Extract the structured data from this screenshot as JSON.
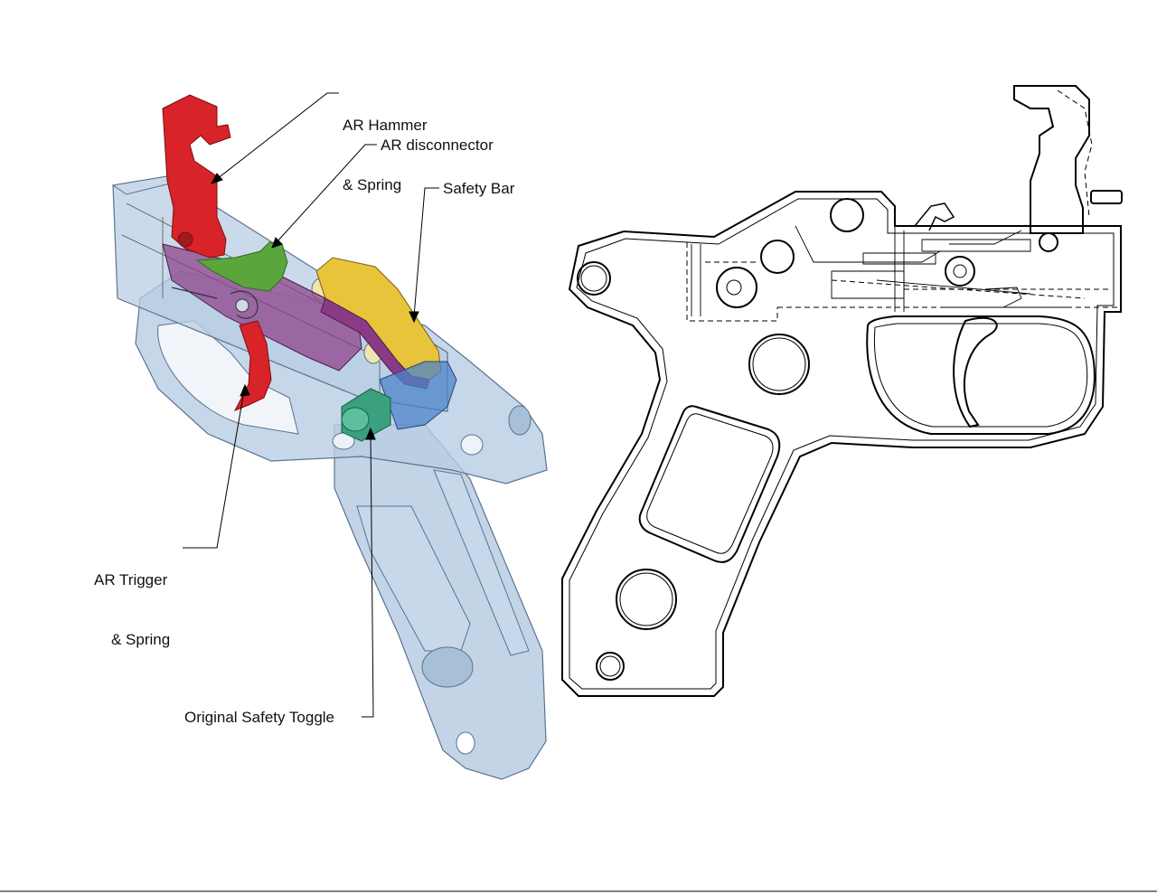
{
  "labels": {
    "hammer_line1": "AR Hammer",
    "hammer_line2": "& Spring",
    "disconnector": "AR disconnector",
    "safety_bar": "Safety Bar",
    "trigger_line1": "AR Trigger",
    "trigger_line2": "& Spring",
    "safety_toggle": "Original Safety Toggle"
  },
  "colors": {
    "housing": "#b8cde3",
    "housing_edge": "#5a7390",
    "hammer": "#d8232a",
    "trigger": "#d8232a",
    "disconnector": "#5aa63c",
    "safety_bar_top": "#e8c43a",
    "safety_bar_side": "#8b3a86",
    "toggle": "#3aa080",
    "toggle_housing": "#4d84c8",
    "line_drawing": "#000000"
  }
}
